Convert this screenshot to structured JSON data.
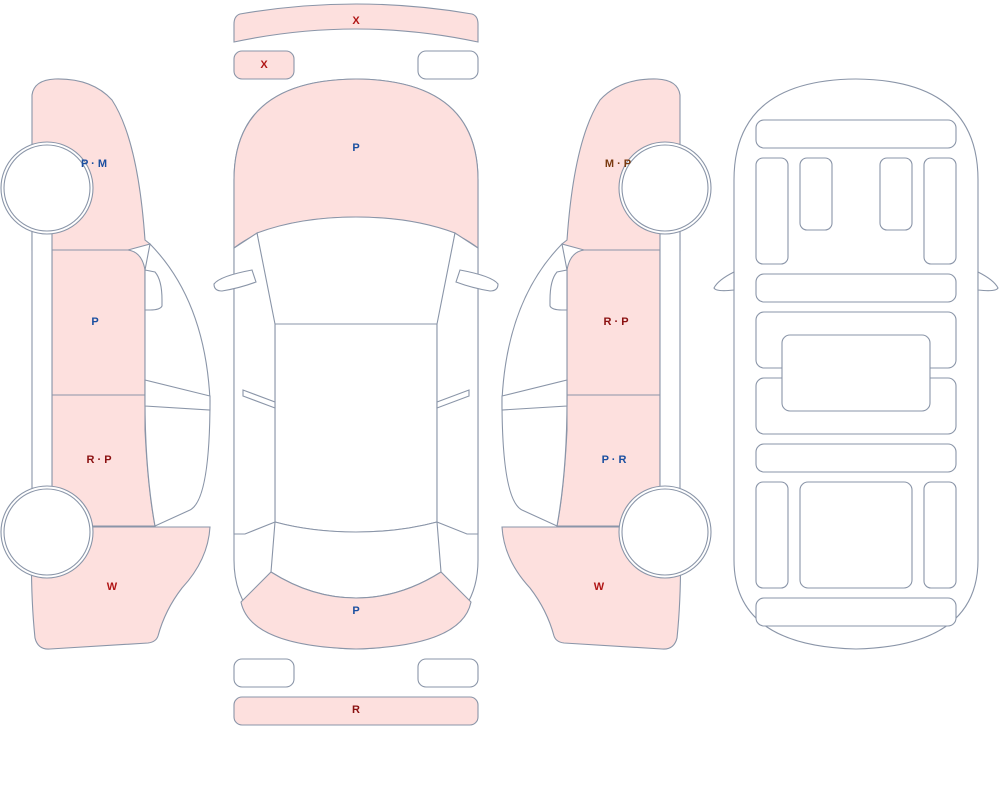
{
  "colors": {
    "damaged_fill": "#fde0de",
    "outline": "#8a95a8",
    "code_blue": "#1a4fa0",
    "code_red": "#b01515",
    "code_darkred": "#8a1010",
    "code_brown": "#7a3a10"
  },
  "labels": {
    "roof_strip": "X",
    "front_left_small": "X",
    "hood": "P",
    "trunk": "P",
    "rear_bumper": "R",
    "left_front_fender": "P · M",
    "left_front_door": "P",
    "left_rear_door": "R · P",
    "left_rear_quarter": "W",
    "right_front_fender": "M · P",
    "right_front_door": "R · P",
    "right_rear_door": "P · R",
    "right_rear_quarter": "W"
  }
}
